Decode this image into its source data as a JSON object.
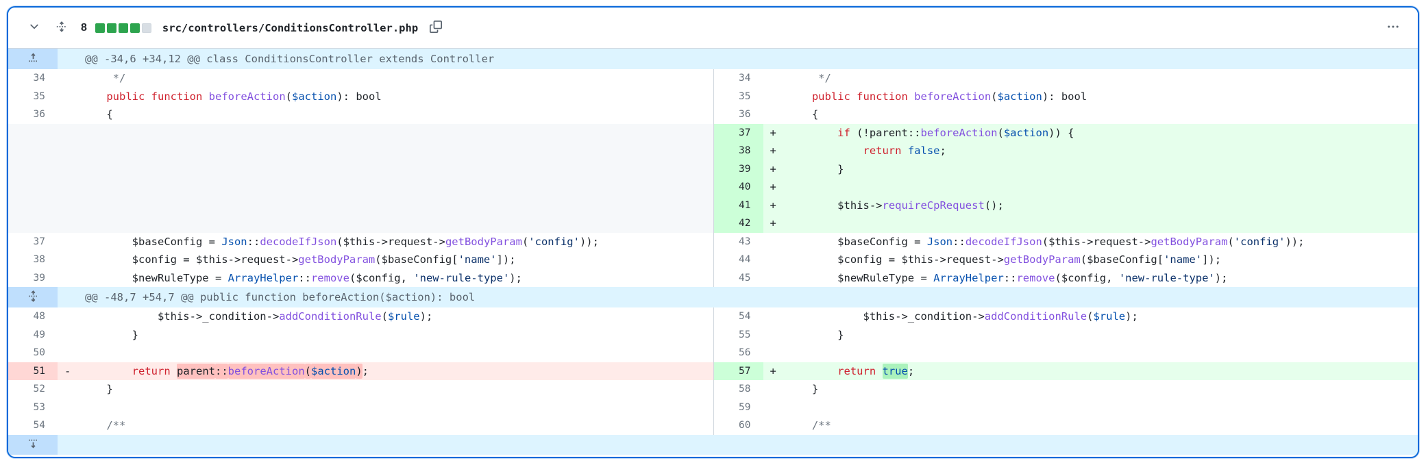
{
  "header": {
    "changes_count": "8",
    "diffstat": {
      "green": 4,
      "neutral": 1
    },
    "filename": "src/controllers/ConditionsController.php",
    "collapse_icon": "chevron-down-icon",
    "unfold_icon": "unfold-lines-icon",
    "copy_icon": "copy-icon",
    "menu_icon": "kebab-horizontal-icon"
  },
  "colors": {
    "focus_border": "#0969da",
    "addition_bg": "#e6ffec",
    "addition_gutter": "#ccffd8",
    "addition_word": "#abf2bc",
    "deletion_bg": "#ffebe9",
    "deletion_gutter": "#ffd7d5",
    "deletion_word": "#ffc1bf",
    "hunk_bg": "#ddf4ff",
    "hunk_gutter": "#bfdffd",
    "diffstat_green": "#2da44e"
  },
  "diff": {
    "rows": [
      {
        "type": "hunk",
        "icon": "expand-up",
        "text": "@@ -34,6 +34,12 @@ class ConditionsController extends Controller"
      },
      {
        "type": "code",
        "left": {
          "num": "34",
          "kind": "ctx",
          "code": [
            [
              "     */",
              "com"
            ]
          ]
        },
        "right": {
          "num": "34",
          "kind": "ctx",
          "code": [
            [
              "     */",
              "com"
            ]
          ]
        }
      },
      {
        "type": "code",
        "left": {
          "num": "35",
          "kind": "ctx",
          "code": [
            [
              "    ",
              ""
            ],
            [
              "public",
              "kw"
            ],
            [
              " ",
              ""
            ],
            [
              "function",
              "kw"
            ],
            [
              " ",
              ""
            ],
            [
              "beforeAction",
              "fn"
            ],
            [
              "(",
              ""
            ],
            [
              "$action",
              "cls"
            ],
            [
              "): ",
              ""
            ],
            [
              "bool",
              ""
            ]
          ]
        },
        "right": {
          "num": "35",
          "kind": "ctx",
          "code": [
            [
              "    ",
              ""
            ],
            [
              "public",
              "kw"
            ],
            [
              " ",
              ""
            ],
            [
              "function",
              "kw"
            ],
            [
              " ",
              ""
            ],
            [
              "beforeAction",
              "fn"
            ],
            [
              "(",
              ""
            ],
            [
              "$action",
              "cls"
            ],
            [
              "): ",
              ""
            ],
            [
              "bool",
              ""
            ]
          ]
        }
      },
      {
        "type": "code",
        "left": {
          "num": "36",
          "kind": "ctx",
          "code": [
            [
              "    {",
              ""
            ]
          ]
        },
        "right": {
          "num": "36",
          "kind": "ctx",
          "code": [
            [
              "    {",
              ""
            ]
          ]
        }
      },
      {
        "type": "code",
        "left": {
          "kind": "empty",
          "code": []
        },
        "right": {
          "num": "37",
          "kind": "add",
          "code": [
            [
              "        ",
              ""
            ],
            [
              "if",
              "kw"
            ],
            [
              " (!",
              ""
            ],
            [
              "parent",
              ""
            ],
            [
              "::",
              ""
            ],
            [
              "beforeAction",
              "fn"
            ],
            [
              "(",
              ""
            ],
            [
              "$action",
              "cls"
            ],
            [
              ")) {",
              ""
            ]
          ]
        }
      },
      {
        "type": "code",
        "left": {
          "kind": "empty",
          "code": []
        },
        "right": {
          "num": "38",
          "kind": "add",
          "code": [
            [
              "            ",
              ""
            ],
            [
              "return",
              "kw"
            ],
            [
              " ",
              ""
            ],
            [
              "false",
              "cls"
            ],
            [
              ";",
              ""
            ]
          ]
        }
      },
      {
        "type": "code",
        "left": {
          "kind": "empty",
          "code": []
        },
        "right": {
          "num": "39",
          "kind": "add",
          "code": [
            [
              "        }",
              ""
            ]
          ]
        }
      },
      {
        "type": "code",
        "left": {
          "kind": "empty",
          "code": []
        },
        "right": {
          "num": "40",
          "kind": "add",
          "code": []
        }
      },
      {
        "type": "code",
        "left": {
          "kind": "empty",
          "code": []
        },
        "right": {
          "num": "41",
          "kind": "add",
          "code": [
            [
              "        $this->",
              ""
            ],
            [
              "requireCpRequest",
              "fn"
            ],
            [
              "();",
              ""
            ]
          ]
        }
      },
      {
        "type": "code",
        "left": {
          "kind": "empty",
          "code": []
        },
        "right": {
          "num": "42",
          "kind": "add",
          "code": []
        }
      },
      {
        "type": "code",
        "left": {
          "num": "37",
          "kind": "ctx",
          "code": [
            [
              "        $baseConfig = ",
              ""
            ],
            [
              "Json",
              "cls"
            ],
            [
              "::",
              ""
            ],
            [
              "decodeIfJson",
              "fn"
            ],
            [
              "(",
              ""
            ],
            [
              "$this->request->",
              ""
            ],
            [
              "getBodyParam",
              "fn"
            ],
            [
              "(",
              ""
            ],
            [
              "'config'",
              "str"
            ],
            [
              "));",
              ""
            ]
          ]
        },
        "right": {
          "num": "43",
          "kind": "ctx",
          "code": [
            [
              "        $baseConfig = ",
              ""
            ],
            [
              "Json",
              "cls"
            ],
            [
              "::",
              ""
            ],
            [
              "decodeIfJson",
              "fn"
            ],
            [
              "(",
              ""
            ],
            [
              "$this->request->",
              ""
            ],
            [
              "getBodyParam",
              "fn"
            ],
            [
              "(",
              ""
            ],
            [
              "'config'",
              "str"
            ],
            [
              "));",
              ""
            ]
          ]
        }
      },
      {
        "type": "code",
        "left": {
          "num": "38",
          "kind": "ctx",
          "code": [
            [
              "        $config = $this->request->",
              ""
            ],
            [
              "getBodyParam",
              "fn"
            ],
            [
              "(",
              ""
            ],
            [
              "$baseConfig[",
              ""
            ],
            [
              "'name'",
              "str"
            ],
            [
              "]);",
              ""
            ]
          ]
        },
        "right": {
          "num": "44",
          "kind": "ctx",
          "code": [
            [
              "        $config = $this->request->",
              ""
            ],
            [
              "getBodyParam",
              "fn"
            ],
            [
              "(",
              ""
            ],
            [
              "$baseConfig[",
              ""
            ],
            [
              "'name'",
              "str"
            ],
            [
              "]);",
              ""
            ]
          ]
        }
      },
      {
        "type": "code",
        "left": {
          "num": "39",
          "kind": "ctx",
          "code": [
            [
              "        $newRuleType = ",
              ""
            ],
            [
              "ArrayHelper",
              "cls"
            ],
            [
              "::",
              ""
            ],
            [
              "remove",
              "fn"
            ],
            [
              "(",
              ""
            ],
            [
              "$config, ",
              ""
            ],
            [
              "'new-rule-type'",
              "str"
            ],
            [
              ");",
              ""
            ]
          ]
        },
        "right": {
          "num": "45",
          "kind": "ctx",
          "code": [
            [
              "        $newRuleType = ",
              ""
            ],
            [
              "ArrayHelper",
              "cls"
            ],
            [
              "::",
              ""
            ],
            [
              "remove",
              "fn"
            ],
            [
              "(",
              ""
            ],
            [
              "$config, ",
              ""
            ],
            [
              "'new-rule-type'",
              "str"
            ],
            [
              ");",
              ""
            ]
          ]
        }
      },
      {
        "type": "hunk",
        "icon": "expand-updown",
        "text": "@@ -48,7 +54,7 @@ public function beforeAction($action): bool"
      },
      {
        "type": "code",
        "left": {
          "num": "48",
          "kind": "ctx",
          "code": [
            [
              "            $this->_condition->",
              ""
            ],
            [
              "addConditionRule",
              "fn"
            ],
            [
              "(",
              ""
            ],
            [
              "$rule",
              "cls"
            ],
            [
              ");",
              ""
            ]
          ]
        },
        "right": {
          "num": "54",
          "kind": "ctx",
          "code": [
            [
              "            $this->_condition->",
              ""
            ],
            [
              "addConditionRule",
              "fn"
            ],
            [
              "(",
              ""
            ],
            [
              "$rule",
              "cls"
            ],
            [
              ");",
              ""
            ]
          ]
        }
      },
      {
        "type": "code",
        "left": {
          "num": "49",
          "kind": "ctx",
          "code": [
            [
              "        }",
              ""
            ]
          ]
        },
        "right": {
          "num": "55",
          "kind": "ctx",
          "code": [
            [
              "        }",
              ""
            ]
          ]
        }
      },
      {
        "type": "code",
        "left": {
          "num": "50",
          "kind": "ctx",
          "code": []
        },
        "right": {
          "num": "56",
          "kind": "ctx",
          "code": []
        }
      },
      {
        "type": "code",
        "left": {
          "num": "51",
          "kind": "del",
          "code": [
            [
              "        ",
              ""
            ],
            [
              "return",
              "kw"
            ],
            [
              " ",
              ""
            ],
            [
              "parent",
              "",
              1
            ],
            [
              "::",
              "",
              1
            ],
            [
              "beforeAction",
              "fn",
              1
            ],
            [
              "(",
              "",
              1
            ],
            [
              "$action",
              "cls",
              1
            ],
            [
              ")",
              "",
              1
            ],
            [
              ";",
              ""
            ]
          ]
        },
        "right": {
          "num": "57",
          "kind": "add",
          "code": [
            [
              "        ",
              ""
            ],
            [
              "return",
              "kw"
            ],
            [
              " ",
              ""
            ],
            [
              "true",
              "cls",
              1
            ],
            [
              ";",
              ""
            ]
          ]
        }
      },
      {
        "type": "code",
        "left": {
          "num": "52",
          "kind": "ctx",
          "code": [
            [
              "    }",
              ""
            ]
          ]
        },
        "right": {
          "num": "58",
          "kind": "ctx",
          "code": [
            [
              "    }",
              ""
            ]
          ]
        }
      },
      {
        "type": "code",
        "left": {
          "num": "53",
          "kind": "ctx",
          "code": []
        },
        "right": {
          "num": "59",
          "kind": "ctx",
          "code": []
        }
      },
      {
        "type": "code",
        "left": {
          "num": "54",
          "kind": "ctx",
          "code": [
            [
              "    /**",
              "com"
            ]
          ]
        },
        "right": {
          "num": "60",
          "kind": "ctx",
          "code": [
            [
              "    /**",
              "com"
            ]
          ]
        }
      },
      {
        "type": "expander",
        "icon": "expand-down"
      }
    ]
  }
}
